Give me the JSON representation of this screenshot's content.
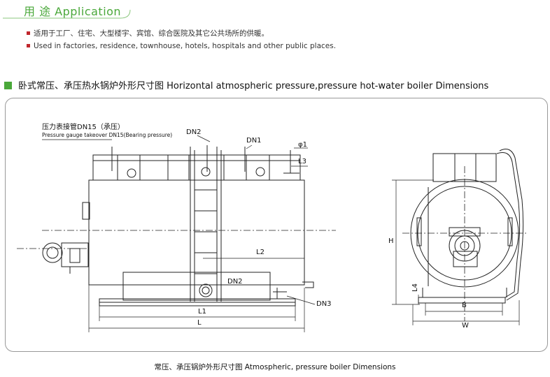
{
  "section": {
    "title": "用 途 Application"
  },
  "bullets": [
    "适用于工厂、住宅、大型楼宇、宾馆、综合医院及其它公共场所的供暖。",
    "Used in factories, residence, townhouse, hotels, hospitals and other public places."
  ],
  "dimensions_heading": "卧式常压、承压热水锅炉外形尺寸图 Horizontal atmospheric pressure,pressure hot-water boiler Dimensions",
  "drawing_labels": {
    "gauge_cn": "压力表接管DN15（承压）",
    "gauge_en": "Pressure gauge takeover DN15(Bearing pressure)",
    "dn2_top": "DN2",
    "dn1": "DN1",
    "phi1": "φ1",
    "l3": "L3",
    "l2": "L2",
    "dn2_bottom": "DN2",
    "dn3": "DN3",
    "l1": "L1",
    "l": "L",
    "h": "H",
    "l4": "L4",
    "b": "B",
    "w": "W"
  },
  "caption": "常压、承压锅炉外形尺寸图 Atmospheric, pressure boiler Dimensions",
  "colors": {
    "accent": "#4aa83a",
    "bullet": "#c0262c"
  }
}
